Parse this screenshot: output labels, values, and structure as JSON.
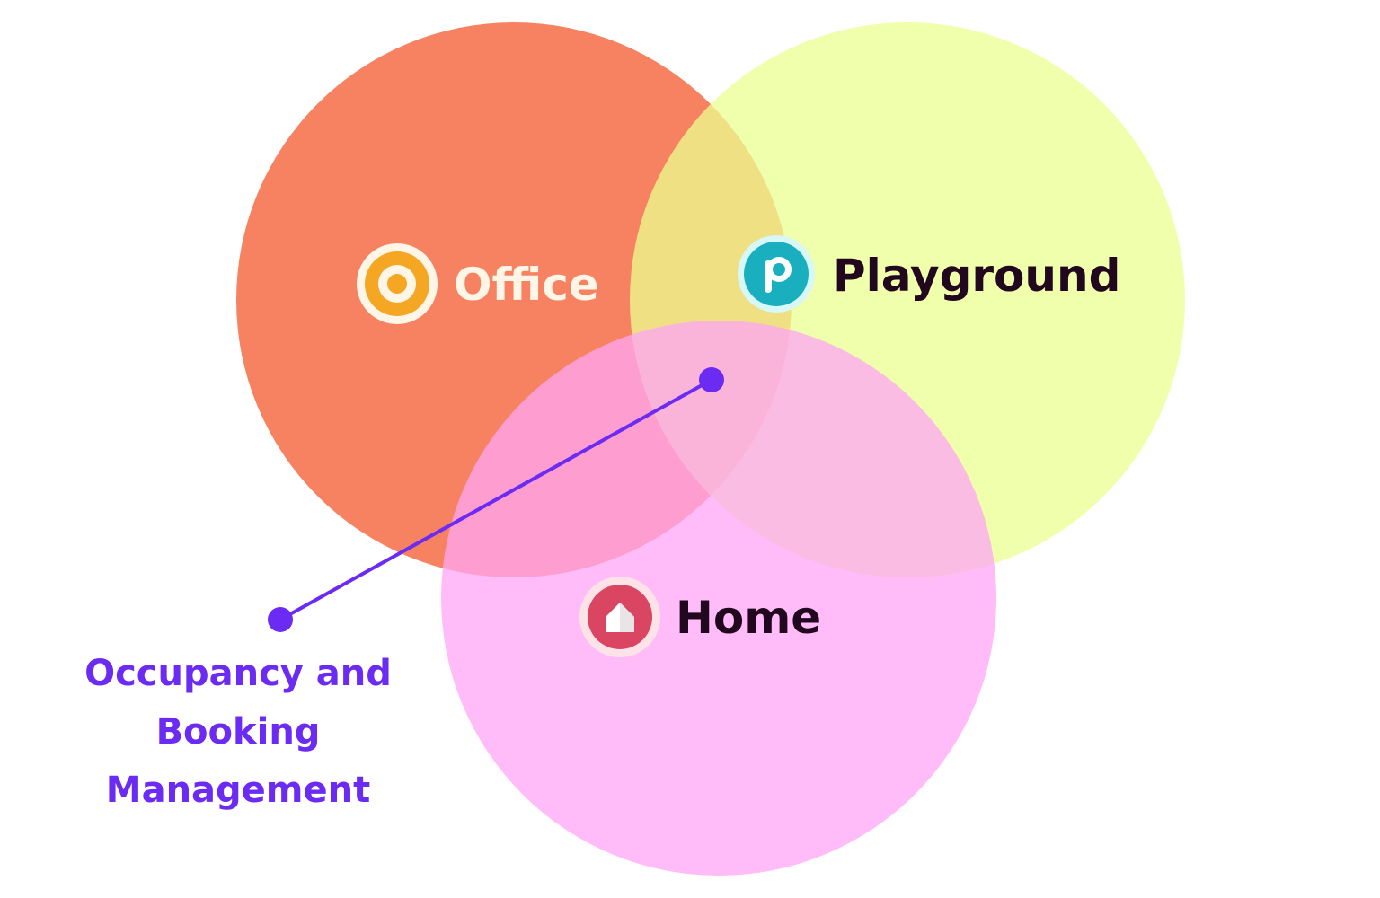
{
  "diagram": {
    "sets": [
      {
        "key": "office",
        "label": "Office",
        "fill": "#F4673F",
        "label_color": "#FFF6E8",
        "icon": "target-icon",
        "icon_color": "#F5A623"
      },
      {
        "key": "playground",
        "label": "Playground",
        "fill": "#EBFF8F",
        "label_color": "#22081F",
        "icon": "letter-p-icon",
        "icon_color": "#1AAFBF"
      },
      {
        "key": "home",
        "label": "Home",
        "fill": "#FFA6F5",
        "label_color": "#22081F",
        "icon": "house-icon",
        "icon_color": "#DA4562"
      }
    ],
    "callout": {
      "lines": [
        "Occupancy and",
        "Booking",
        "Management"
      ],
      "color": "#6B2BF2"
    }
  }
}
